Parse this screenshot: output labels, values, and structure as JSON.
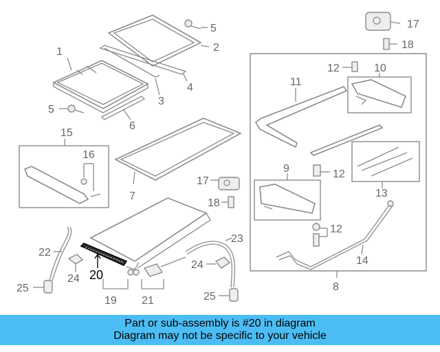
{
  "callouts": {
    "c1": "1",
    "c2": "2",
    "c3": "3",
    "c4": "4",
    "c5a": "5",
    "c5b": "5",
    "c6": "6",
    "c7": "7",
    "c8": "8",
    "c9": "9",
    "c10": "10",
    "c11": "11",
    "c12a": "12",
    "c12b": "12",
    "c12c": "12",
    "c13": "13",
    "c14": "14",
    "c15": "15",
    "c16": "16",
    "c17a": "17",
    "c17b": "17",
    "c18a": "18",
    "c18b": "18",
    "c19": "19",
    "c20": "20",
    "c21": "21",
    "c22": "22",
    "c23": "23",
    "c24a": "24",
    "c24b": "24",
    "c25a": "25",
    "c25b": "25"
  },
  "highlighted_part": "20",
  "banner": {
    "line1": "Part or sub-assembly is #20 in diagram",
    "line2": "Diagram may not be specific to your vehicle"
  },
  "colors": {
    "banner_bg": "#4cbdf4",
    "line_art": "#8a8a8a",
    "highlight": "#000000"
  }
}
